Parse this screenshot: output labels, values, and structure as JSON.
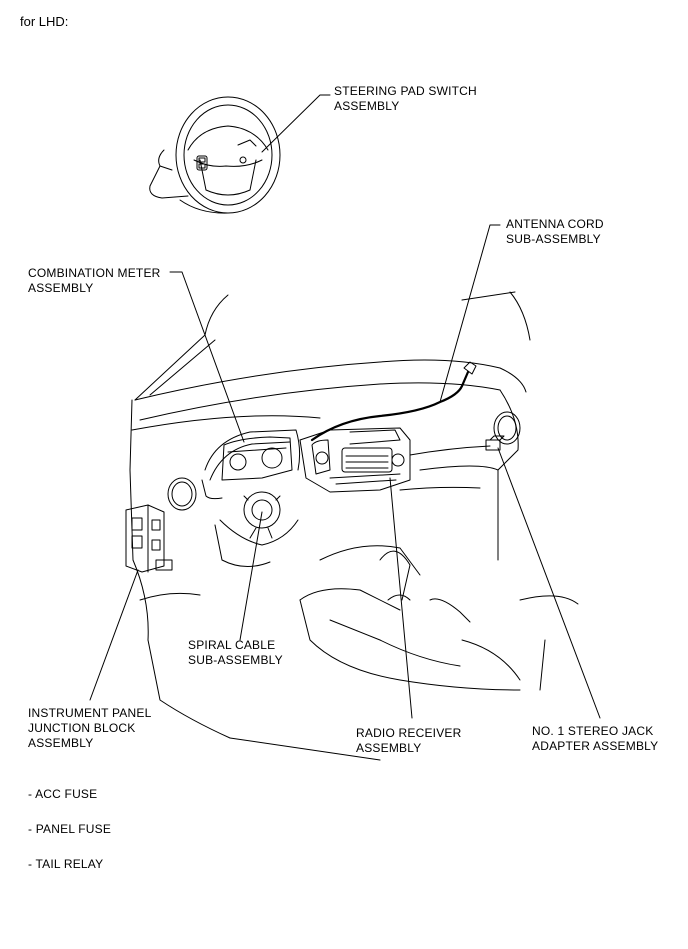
{
  "caption": "for LHD:",
  "labels": {
    "steering_pad": [
      "STEERING PAD SWITCH",
      "ASSEMBLY"
    ],
    "antenna_cord": [
      "ANTENNA CORD",
      "SUB-ASSEMBLY"
    ],
    "combination_meter": [
      "COMBINATION METER",
      "ASSEMBLY"
    ],
    "spiral_cable": [
      "SPIRAL CABLE",
      "SUB-ASSEMBLY"
    ],
    "junction_block": [
      "INSTRUMENT PANEL",
      "JUNCTION BLOCK",
      "ASSEMBLY"
    ],
    "radio_receiver": [
      "RADIO RECEIVER",
      "ASSEMBLY"
    ],
    "stereo_jack": [
      "NO. 1 STEREO JACK",
      "ADAPTER ASSEMBLY"
    ]
  },
  "notes": [
    "- ACC FUSE",
    "- PANEL FUSE",
    "- TAIL RELAY"
  ]
}
